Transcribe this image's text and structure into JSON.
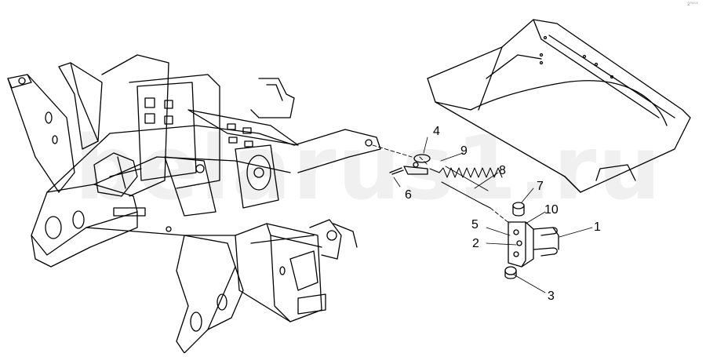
{
  "watermark_text": "belarus1.ru",
  "corner_mark": "2ᴾᴬᴳᴱ",
  "colors": {
    "line": "#000000",
    "background": "#ffffff",
    "watermark": "#000000"
  },
  "callouts": {
    "c1": "1",
    "c2": "2",
    "c3": "3",
    "c4": "4",
    "c5": "5",
    "c6": "6",
    "c7": "7",
    "c8": "8",
    "c9": "9",
    "c10": "10"
  },
  "parts": {
    "frame": "tractor-front-frame",
    "cross_member": "cross-member",
    "spring": "tension-spring",
    "bracket": "bracket",
    "u_bolt": "u-bolt",
    "nut": "nut",
    "cap": "cap"
  }
}
